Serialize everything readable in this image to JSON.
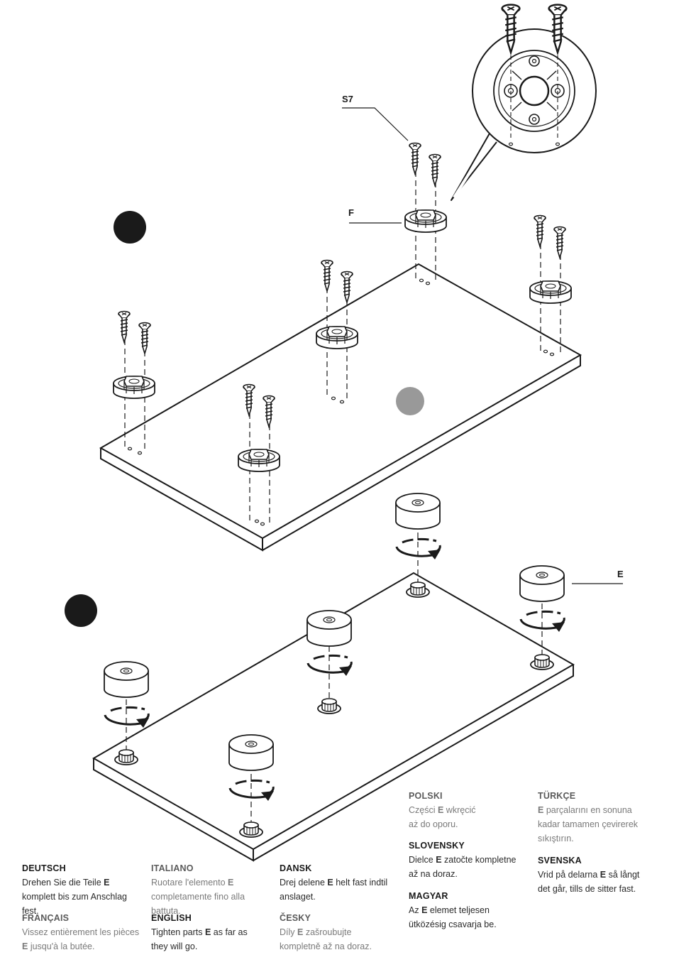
{
  "labels": {
    "s7": "S7",
    "f": "F",
    "e": "E"
  },
  "colors": {
    "step_marker": "#1a1a1a",
    "ref_marker": "#999999",
    "line": "#1a1a1a"
  },
  "instructions": [
    {
      "id": "deutsch",
      "lang": "DEUTSCH",
      "pre": "Drehen Sie die Teile ",
      "part": "E",
      "post": " komplett bis zum Anschlag fest."
    },
    {
      "id": "francais",
      "lang": "FRANÇAIS",
      "pre": "Vissez entièrement les pièces ",
      "part": "E",
      "post": " jusqu'à la butée."
    },
    {
      "id": "italiano",
      "lang": "ITALIANO",
      "pre": "Ruotare l'elemento ",
      "part": "E",
      "post": " completamente fino alla battuta."
    },
    {
      "id": "english",
      "lang": "ENGLISH",
      "pre": "Tighten parts ",
      "part": "E",
      "post": " as far as they will go."
    },
    {
      "id": "dansk",
      "lang": "DANSK",
      "pre": "Drej delene ",
      "part": "E",
      "post": " helt fast indtil anslaget."
    },
    {
      "id": "cesky",
      "lang": "ČESKY",
      "pre": "Díly ",
      "part": "E",
      "post": " zašroubujte kompletně až na doraz."
    },
    {
      "id": "polski",
      "lang": "POLSKI",
      "pre": "Części ",
      "part": "E",
      "post": " wkręcić aż do oporu."
    },
    {
      "id": "slovensky",
      "lang": "SLOVENSKY",
      "pre": "Dielce ",
      "part": "E",
      "post": " zatočte kompletne až na doraz."
    },
    {
      "id": "magyar",
      "lang": "MAGYAR",
      "pre": "Az ",
      "part": "E",
      "post": " elemet teljesen ütközésig csavarja be."
    },
    {
      "id": "turkce",
      "lang": "TÜRKÇE",
      "pre": "",
      "part": "E",
      "post": " parçalarını en sonuna kadar tamamen çevirerek sıkıştırın."
    },
    {
      "id": "svenska",
      "lang": "SVENSKA",
      "pre": "Vrid på delarna ",
      "part": "E",
      "post": " så långt det går, tills de sitter fast."
    }
  ]
}
